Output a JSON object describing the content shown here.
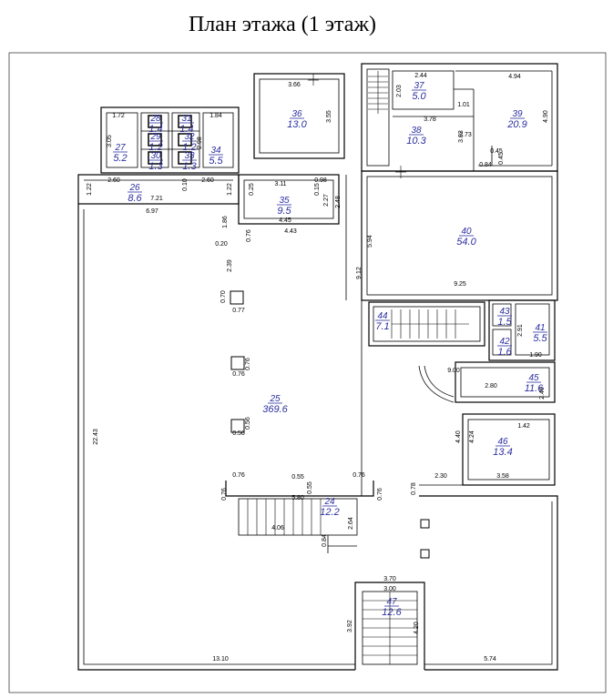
{
  "title": "План этажа (1 этаж)",
  "rooms": [
    {
      "id": "r36",
      "num": "36",
      "area": "13.0"
    },
    {
      "id": "r37",
      "num": "37",
      "area": "5.0"
    },
    {
      "id": "r38",
      "num": "38",
      "area": "10.3"
    },
    {
      "id": "r39",
      "num": "39",
      "area": "20.9"
    },
    {
      "id": "r28",
      "num": "28",
      "area": "1.4"
    },
    {
      "id": "r29",
      "num": "29",
      "area": "1.2"
    },
    {
      "id": "r30",
      "num": "30",
      "area": "1.3"
    },
    {
      "id": "r31",
      "num": "31",
      "area": "1.4"
    },
    {
      "id": "r32",
      "num": "32",
      "area": "1.2"
    },
    {
      "id": "r33",
      "num": "33",
      "area": "1.3"
    },
    {
      "id": "r27",
      "num": "27",
      "area": "5.2"
    },
    {
      "id": "r34",
      "num": "34",
      "area": "5.5"
    },
    {
      "id": "r26",
      "num": "26",
      "area": "8.6"
    },
    {
      "id": "r35",
      "num": "35",
      "area": "9.5"
    },
    {
      "id": "r40",
      "num": "40",
      "area": "54.0"
    },
    {
      "id": "r44",
      "num": "44",
      "area": "7.1"
    },
    {
      "id": "r43",
      "num": "43",
      "area": "1.5"
    },
    {
      "id": "r42",
      "num": "42",
      "area": "1.6"
    },
    {
      "id": "r41",
      "num": "41",
      "area": "5.5"
    },
    {
      "id": "r45",
      "num": "45",
      "area": "11.6"
    },
    {
      "id": "r25",
      "num": "25",
      "area": "369.6"
    },
    {
      "id": "r46",
      "num": "46",
      "area": "13.4"
    },
    {
      "id": "r24",
      "num": "24",
      "area": "12.2"
    },
    {
      "id": "r47",
      "num": "47",
      "area": "12.6"
    }
  ],
  "dims": {
    "d1": "3.66",
    "d2": "3.55",
    "d3": "2.44",
    "d4": "4.94",
    "d5": "2.03",
    "d6": "1.01",
    "d7": "3.78",
    "d8": "4.90",
    "d9": "3.03",
    "d10": "2.73",
    "d11": "0.45",
    "d12": "0.84",
    "d13": "0.45",
    "d14": "1.72",
    "d15": "1.84",
    "d16": "3.05",
    "d17": "2.98",
    "d18": "2.60",
    "d19": "2.60",
    "d20": "1.22",
    "d21": "0.10",
    "d22": "1.22",
    "d23": "7.21",
    "d24": "6.97",
    "d25": "0.25",
    "d26": "3.11",
    "d27": "0.98",
    "d28": "0.15",
    "d29": "2.27",
    "d30": "2.48",
    "d31": "4.45",
    "d32": "4.43",
    "d33": "1.86",
    "d34": "0.20",
    "d35": "0.76",
    "d36": "2.39",
    "d37": "0.70",
    "d38": "0.77",
    "d39": "5.94",
    "d40": "9.12",
    "d41": "9.25",
    "d42": "2.91",
    "d43": "1.90",
    "d44": "9.00",
    "d45": "2.80",
    "d46": "2.46",
    "d47": "0.76",
    "d48": "0.76",
    "d49": "0.56",
    "d50": "0.56",
    "d51": "22.43",
    "d52": "1.42",
    "d53": "4.40",
    "d54": "4.24",
    "d55": "2.30",
    "d56": "3.58",
    "d57": "0.76",
    "d58": "0.55",
    "d59": "0.76",
    "d60": "0.76",
    "d61": "5.80",
    "d62": "0.55",
    "d63": "0.78",
    "d64": "2.64",
    "d65": "4.06",
    "d66": "0.84",
    "d67": "3.70",
    "d68": "3.00",
    "d69": "3.92",
    "d70": "4.20",
    "d71": "13.10",
    "d72": "5.74",
    "d73": "0.76"
  }
}
